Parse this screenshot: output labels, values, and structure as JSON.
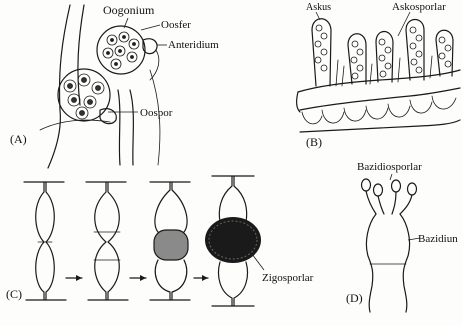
{
  "panels": {
    "a": {
      "letter": "(A)",
      "oogonium": "Oogonium",
      "oosfer": "Oosfer",
      "anteridium": "Anteridium",
      "oospor": "Oospor"
    },
    "b": {
      "letter": "(B)",
      "askus": "Askus",
      "askosporlar": "Askosporlar"
    },
    "c": {
      "letter": "(C)",
      "zigosporlar": "Zigosporlar"
    },
    "d": {
      "letter": "(D)",
      "bazidiosporlar": "Bazidiosporlar",
      "bazidium": "Bazidiun"
    }
  }
}
